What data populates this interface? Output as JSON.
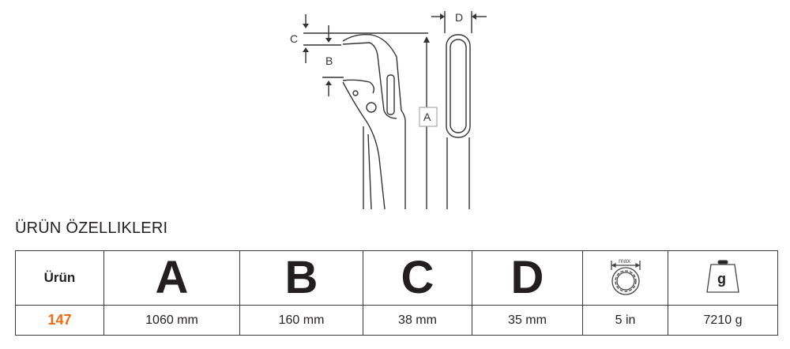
{
  "diagram": {
    "labels": {
      "A": "A",
      "B": "B",
      "C": "C",
      "D": "D"
    }
  },
  "section_title": "ÜRÜN ÖZELLIKLERI",
  "table": {
    "headers": [
      {
        "key": "urun",
        "label": "Ürün"
      },
      {
        "key": "A",
        "label": "A"
      },
      {
        "key": "B",
        "label": "B"
      },
      {
        "key": "C",
        "label": "C"
      },
      {
        "key": "D",
        "label": "D"
      },
      {
        "key": "pipe_capacity",
        "icon": "pipe-capacity-icon",
        "icon_text": "max"
      },
      {
        "key": "weight",
        "icon": "weight-icon",
        "icon_text": "g"
      }
    ],
    "rows": [
      {
        "urun": "147",
        "A": "1060 mm",
        "B": "160 mm",
        "C": "38 mm",
        "D": "35 mm",
        "pipe_capacity": "5 in",
        "weight": "7210 g"
      }
    ]
  },
  "colors": {
    "accent": "#f26a10",
    "text": "#231f20",
    "border": "#3a3a3a"
  }
}
